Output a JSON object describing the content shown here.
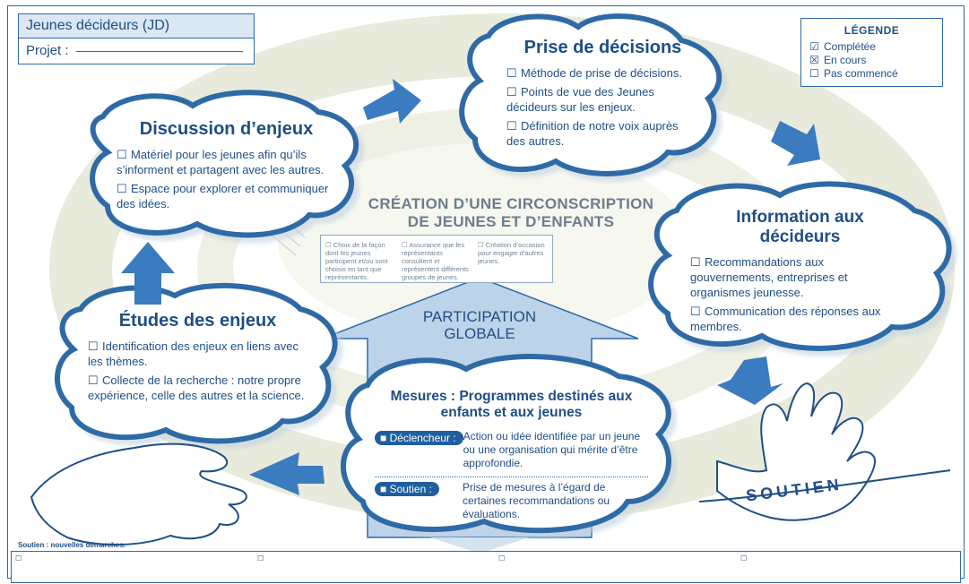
{
  "header": {
    "title": "Jeunes décideurs (JD)",
    "project_label": "Projet :"
  },
  "legend": {
    "title": "LÉGENDE",
    "items": [
      {
        "glyph": "☑",
        "label": "Complétée"
      },
      {
        "glyph": "☒",
        "label": "En cours"
      },
      {
        "glyph": "☐",
        "label": "Pas commencé"
      }
    ]
  },
  "checkbox": "☐",
  "clouds": {
    "decisions": {
      "title": "Prise de décisions",
      "items": [
        "Méthode de prise de décisions.",
        "Points de vue des Jeunes décideurs sur les enjeux.",
        "Définition de notre voix auprès des autres."
      ]
    },
    "discussion": {
      "title": "Discussion d’enjeux",
      "items": [
        "Matériel pour les jeunes afin qu’ils s’informent et partagent avec les autres.",
        "Espace pour explorer et communiquer des idées."
      ]
    },
    "information": {
      "title": "Information aux décideurs",
      "items": [
        "Recommandations aux gouvernements, entreprises et organismes jeunesse.",
        "Communication des réponses aux membres."
      ]
    },
    "etudes": {
      "title": "Études des enjeux",
      "items": [
        "Identification des enjeux en liens avec les thèmes.",
        "Collecte de la recherche : notre propre expérience, celle des autres et la science."
      ]
    },
    "mesures": {
      "title": "Mesures : Programmes destinés aux enfants et aux jeunes",
      "declencheur_label": "■ Déclencheur :",
      "declencheur_text": "Action ou idée identifiée par un jeune ou une organisation qui mérite d’être approfondie.",
      "soutien_label": "■ Soutien :",
      "soutien_text": "Prise de mesures à l’égard de certaines recommandations ou évaluations."
    }
  },
  "center": {
    "title_line1": "CRÉATION D’UNE CIRCONSCRIPTION",
    "title_line2": "DE JEUNES ET D’ENFANTS",
    "steps": [
      "☐ Choix de la façon dont les jeunes participent et/ou sont choisis en tant que représentants.",
      "☐ Assurance que les représentants consultent et représentent différents groupes de jeunes.",
      "☐ Création d’occasion pour engager d’autres jeunes."
    ],
    "participation_line1": "PARTICIPATION",
    "participation_line2": "GLOBALE"
  },
  "soutien_banner": "SOUTIEN",
  "bottom": {
    "note": "Soutien : nouvelles démarches.",
    "boxes": [
      "☐",
      "☐",
      "☐",
      "☐"
    ]
  },
  "colors": {
    "cloud_border": "#2d6aa6",
    "arrow": "#3b7bc0",
    "ring": "#e6e8d2",
    "text": "#1f4e85"
  }
}
